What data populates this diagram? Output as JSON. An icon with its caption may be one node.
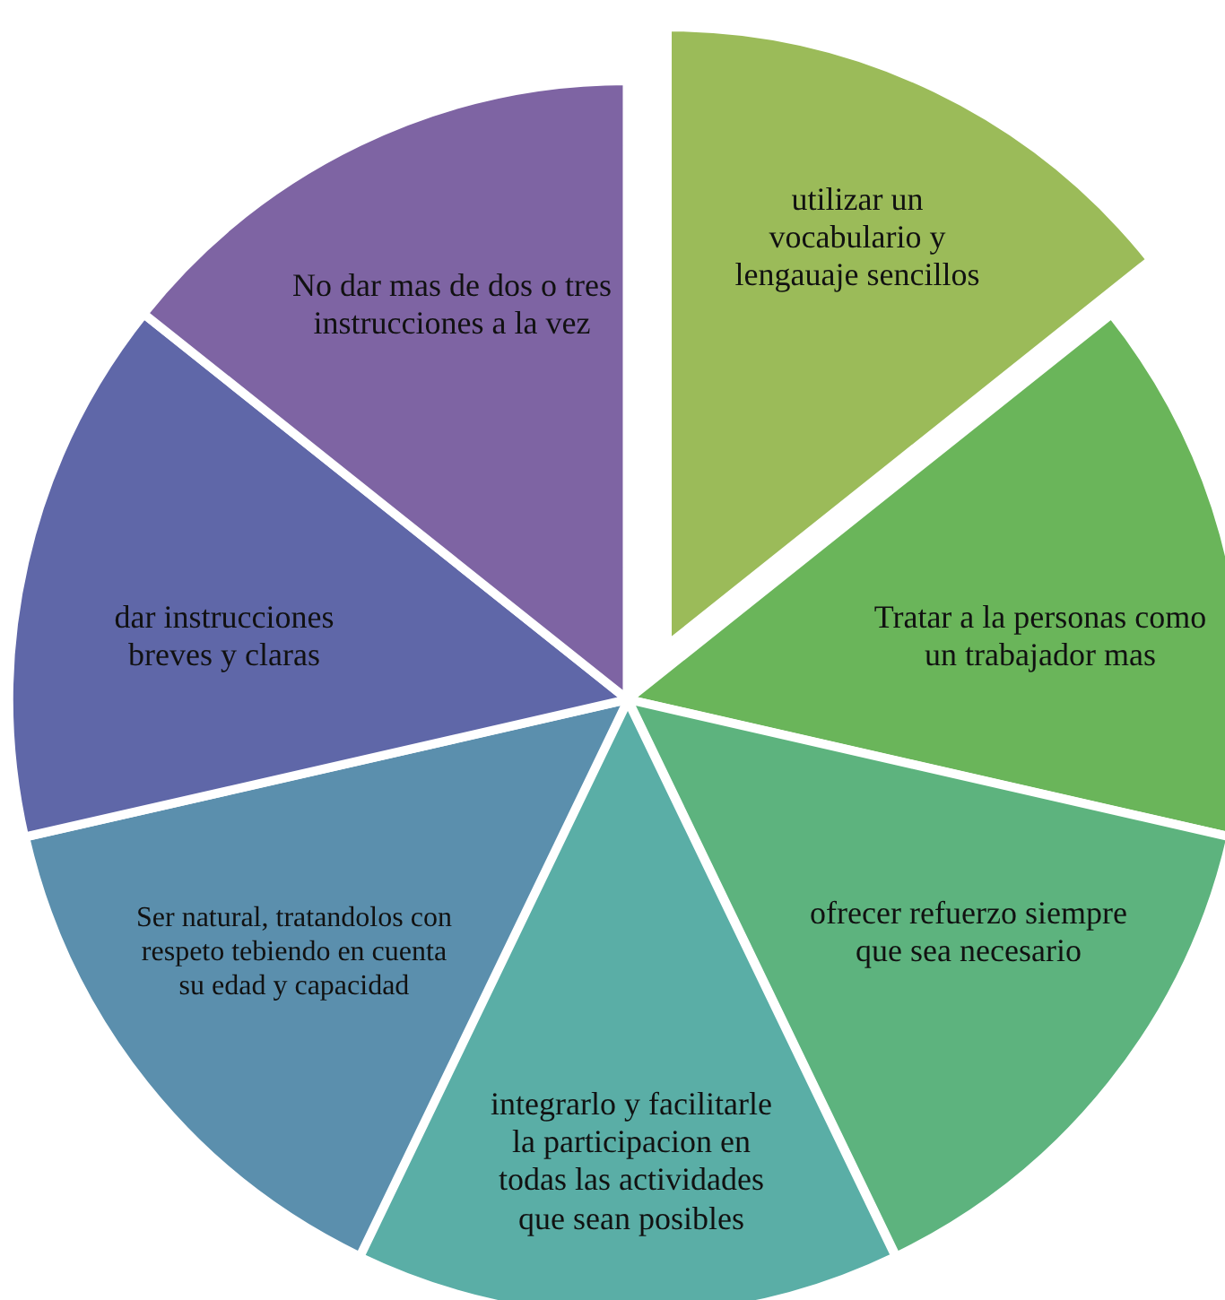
{
  "diagram": {
    "nodes": [
      {
        "text": [
          "utilizar un vocabulario y lengauaje sencillos"
        ]
      },
      {
        "text": [
          "Tratar a la personas como un trabajador mas"
        ]
      },
      {
        "text": [
          "ofrecer refuerzo siempre que sea necesario"
        ]
      },
      {
        "text": [
          "integrarlo y facilitarle la participacion en todas las actividades que sean posibles"
        ]
      },
      {
        "text": [
          "Ser natural, tratandolos con respeto tebiendo en cuenta su edad y capacidad"
        ]
      },
      {
        "text": [
          "dar instrucciones breves y claras"
        ]
      },
      {
        "text": [
          "No dar mas de dos o tres instrucciones a la vez"
        ]
      }
    ]
  }
}
